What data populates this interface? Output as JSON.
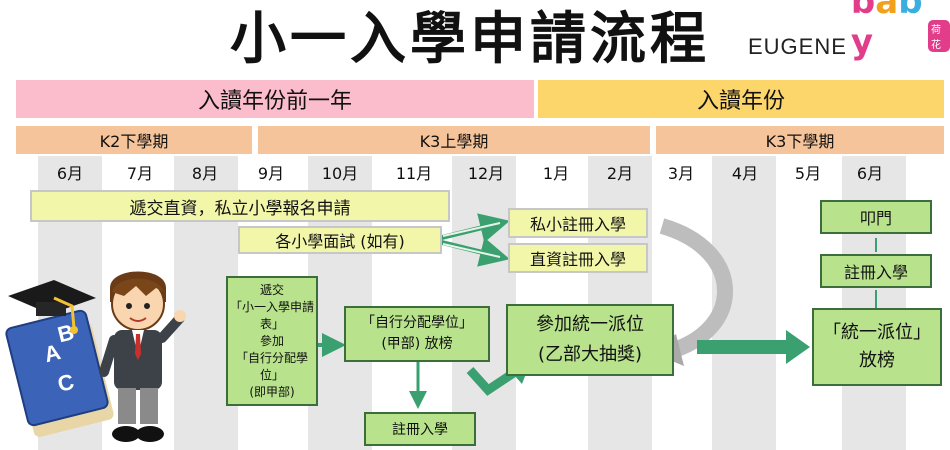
{
  "title": "小一入學申請流程",
  "logo": {
    "left_text": "EUGENE",
    "right_letters": [
      "b",
      "a",
      "b",
      "y"
    ],
    "badge": "荷花"
  },
  "bands": {
    "prev_year": "入讀年份前一年",
    "entry_year": "入讀年份"
  },
  "terms": [
    "K2下學期",
    "K3上學期",
    "K3下學期"
  ],
  "months": [
    "6月",
    "7月",
    "8月",
    "9月",
    "10月",
    "11月",
    "12月",
    "1月",
    "2月",
    "3月",
    "4月",
    "5月",
    "6月"
  ],
  "steps": {
    "dss_private": "遞交直資，私立小學報名申請",
    "interviews": "各小學面試 (如有)",
    "private_register": "私小註冊入學",
    "dss_register": "直資註冊入學",
    "submit_lines": [
      "遞交",
      "「小一入學申請表」",
      "參加",
      "「自行分配學位」",
      "(即甲部)"
    ],
    "discretionary_result_lines": [
      "「自行分配學位」",
      "(甲部) 放榜"
    ],
    "discretionary_register": "註冊入學",
    "central_lines": [
      "參加統一派位",
      "(乙部大抽獎)"
    ],
    "central_result_lines": [
      "「統一派位」",
      "放榜"
    ],
    "final_register": "註冊入學",
    "knock_door": "叩門"
  },
  "colors": {
    "band_prev": "#fbbccb",
    "band_entry": "#fcd56b",
    "term": "#f6c49a",
    "yellow_box": "#f2f6a9",
    "green_box": "#b8e38c",
    "arrow_green": "#3aa070"
  }
}
